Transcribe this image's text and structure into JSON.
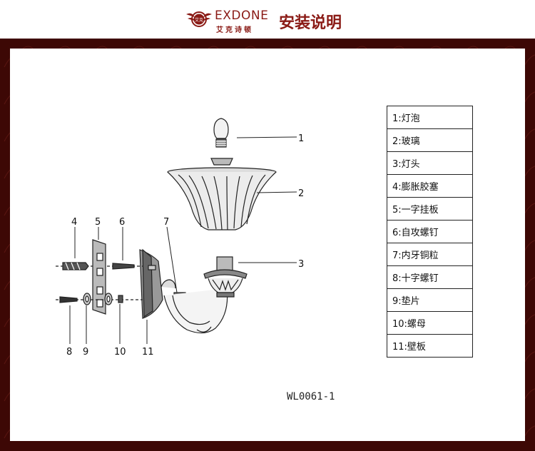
{
  "header": {
    "brand_name": "EXDONE",
    "brand_name_cn": "艾克诗顿",
    "title": "安装说明",
    "logo_text": "艾克"
  },
  "parts": [
    "1:灯泡",
    "2:玻璃",
    "3:灯头",
    "4:膨胀胶塞",
    "5:一字挂板",
    "6:自攻螺钉",
    "7:内牙铜粒",
    "8:十字螺钉",
    "9:垫片",
    "10:螺母",
    "11:壁板"
  ],
  "callouts": {
    "c1": "1",
    "c2": "2",
    "c3": "3",
    "c4": "4",
    "c5": "5",
    "c6": "6",
    "c7": "7",
    "c8": "8",
    "c9": "9",
    "c10": "10",
    "c11": "11"
  },
  "model_number": "WL0061-1",
  "colors": {
    "brand": "#8a1a15",
    "frame": "#3d0805"
  }
}
